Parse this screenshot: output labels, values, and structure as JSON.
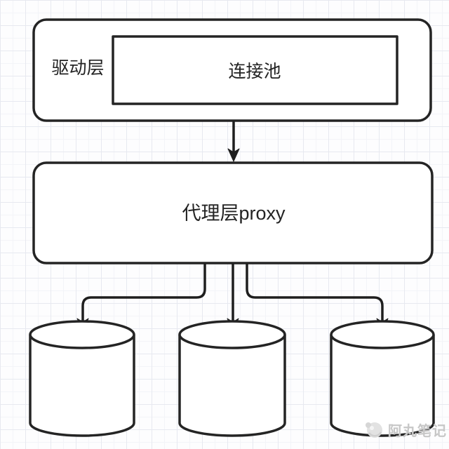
{
  "diagram": {
    "driver_layer": {
      "label": "驱动层"
    },
    "connection_pool": {
      "label": "连接池"
    },
    "proxy_layer": {
      "label": "代理层proxy"
    },
    "databases": [
      {
        "icon": "database-cylinder-icon"
      },
      {
        "icon": "database-cylinder-icon"
      },
      {
        "icon": "database-cylinder-icon"
      }
    ],
    "colors": {
      "stroke": "#242424",
      "fill": "#ffffff",
      "background": "#fdfdfe",
      "grid_line": "#e7e9f0",
      "watermark_text": "#c7c7c7"
    }
  },
  "watermark": {
    "label": "阿丸笔记",
    "icon": "mascot-logo-icon"
  }
}
